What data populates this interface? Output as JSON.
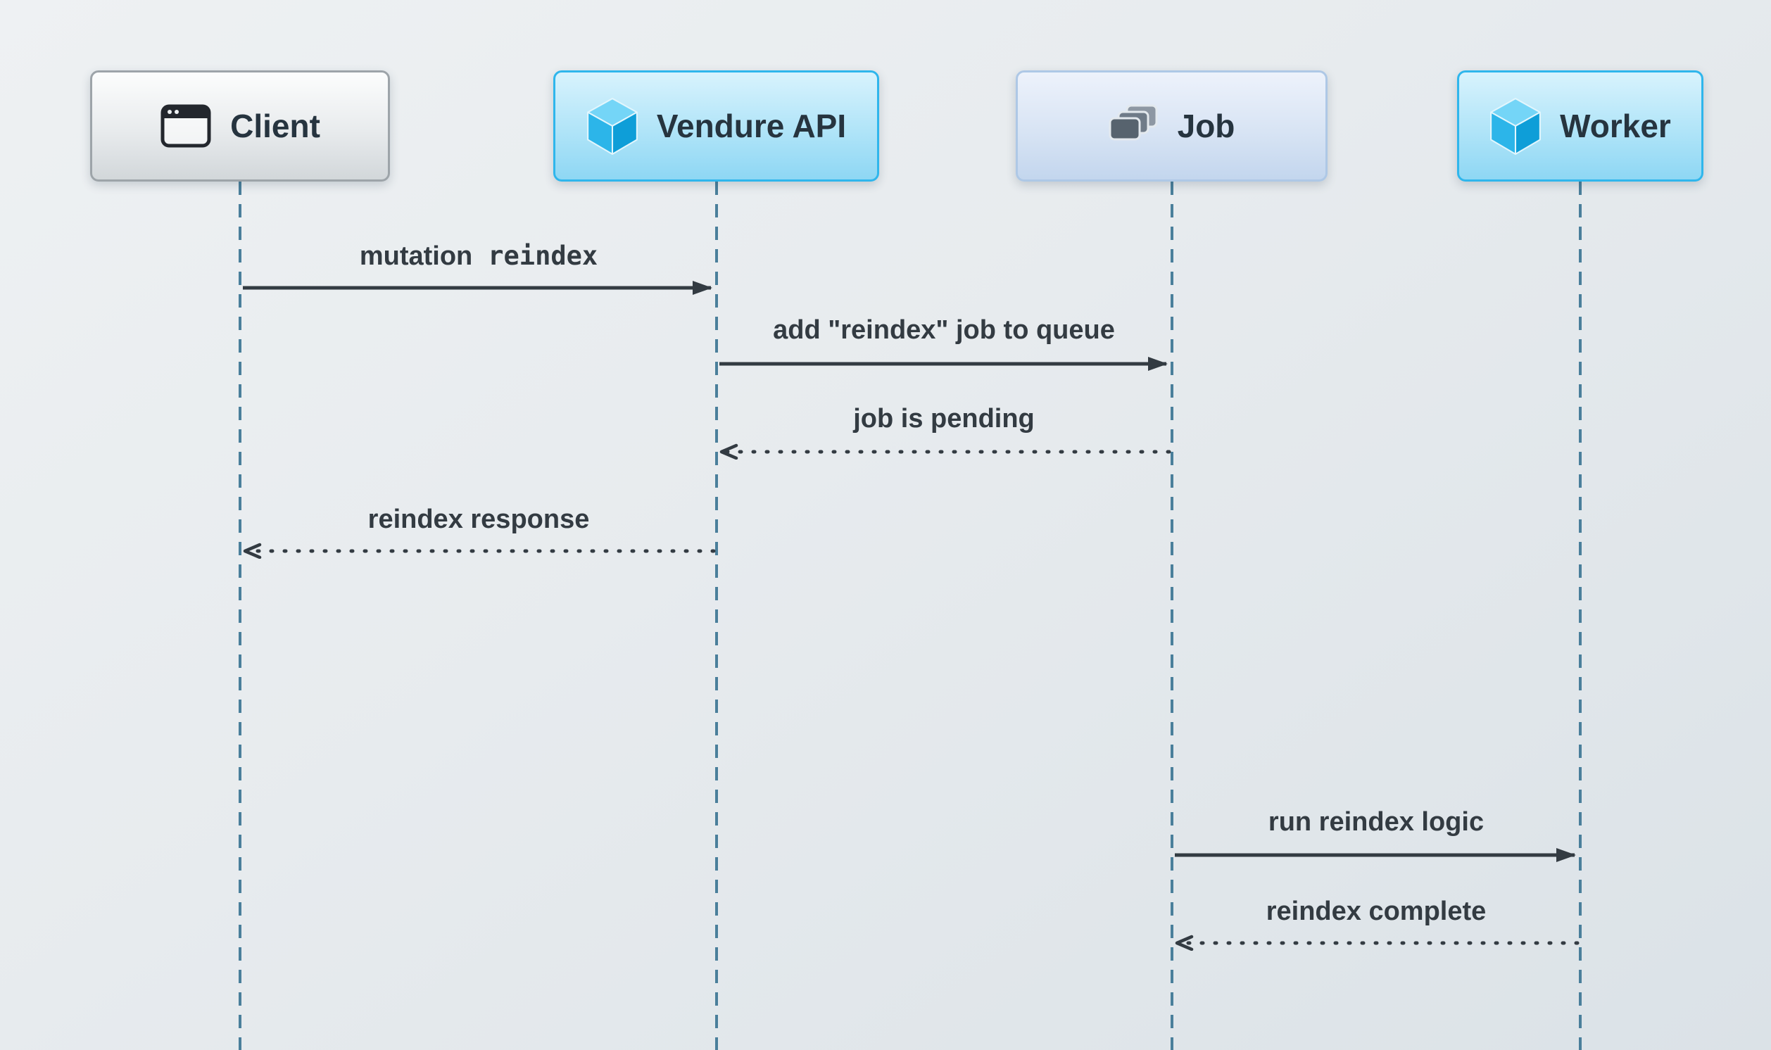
{
  "diagram": {
    "type": "sequence-diagram",
    "actors": [
      {
        "label": "Client",
        "icon": "browser-window-icon",
        "style": "gray"
      },
      {
        "label": "Vendure API",
        "icon": "vendure-cube-icon",
        "style": "blue"
      },
      {
        "label": "Job",
        "icon": "job-stack-icon",
        "style": "softblue"
      },
      {
        "label": "Worker",
        "icon": "vendure-cube-icon",
        "style": "blue"
      }
    ],
    "messages": [
      {
        "text": "mutation",
        "code": "reindex",
        "from": "Client",
        "to": "Vendure API",
        "line": "solid"
      },
      {
        "label": "add \"reindex\" job to queue",
        "from": "Vendure API",
        "to": "Job",
        "line": "solid"
      },
      {
        "label": "job is pending",
        "from": "Job",
        "to": "Vendure API",
        "line": "dotted"
      },
      {
        "label": "reindex response",
        "from": "Vendure API",
        "to": "Client",
        "line": "dotted"
      },
      {
        "label": "run reindex logic",
        "from": "Job",
        "to": "Worker",
        "line": "solid"
      },
      {
        "label": "reindex complete",
        "from": "Worker",
        "to": "Job",
        "line": "dotted"
      }
    ],
    "colors": {
      "background": "#e9edf0",
      "lifeline": "#4a7f9b",
      "arrow": "#333b42",
      "message_label": "#333b42",
      "blue_box_border": "#2fb6ec",
      "blue_box_fill": "#aee3f8",
      "gray_box_border": "#9da4a9",
      "job_box_border": "#aec8e6",
      "vendure_logo_blue": "#2cb5e9"
    }
  }
}
